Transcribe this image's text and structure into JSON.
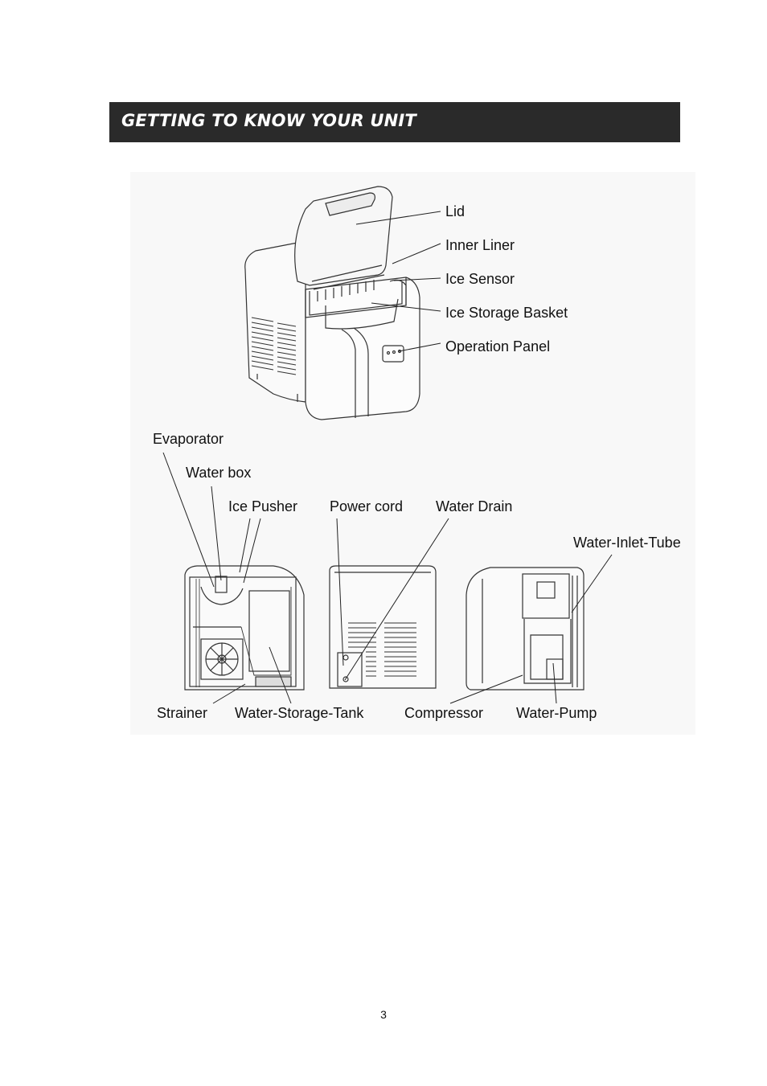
{
  "header": {
    "title": "GETTING TO KNOW YOUR UNIT"
  },
  "labels": {
    "lid": "Lid",
    "inner_liner": "Inner Liner",
    "ice_sensor": "Ice Sensor",
    "ice_storage_basket": "Ice Storage Basket",
    "operation_panel": "Operation Panel",
    "evaporator": "Evaporator",
    "water_box": "Water box",
    "ice_pusher": "Ice Pusher",
    "power_cord": "Power cord",
    "water_drain": "Water Drain",
    "water_inlet_tube": "Water-Inlet-Tube",
    "strainer": "Strainer",
    "water_storage_tank": "Water-Storage-Tank",
    "compressor": "Compressor",
    "water_pump": "Water-Pump"
  },
  "footer": {
    "page_number": "3"
  }
}
